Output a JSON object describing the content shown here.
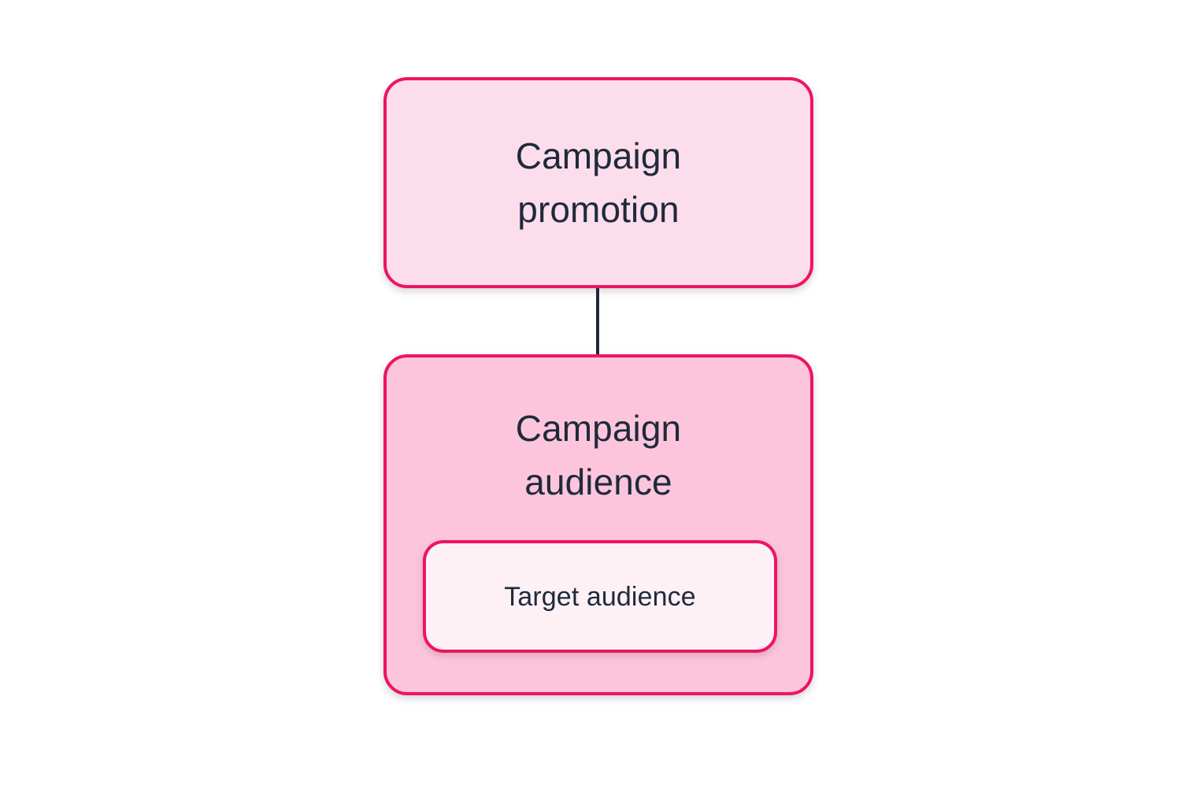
{
  "diagram": {
    "type": "flowchart",
    "background_color": "#ffffff",
    "orientation": "vertical",
    "palette": {
      "border": "#ef1461",
      "node_fill_light": "#fcddec",
      "node_fill_medium": "#fcc5dc",
      "child_fill": "#fdf1f5",
      "text": "#1e2a3a",
      "connector": "#1e2a3a"
    },
    "nodes": [
      {
        "id": "campaign-promotion",
        "label": "Campaign\npromotion",
        "fill": "#fcddec",
        "border": "#ef1461",
        "level": 0
      },
      {
        "id": "campaign-audience",
        "label": "Campaign\naudience",
        "fill": "#fcc5dc",
        "border": "#ef1461",
        "level": 1,
        "children": [
          {
            "id": "target-audience",
            "label": "Target audience",
            "fill": "#fdf1f5",
            "border": "#ef1461"
          }
        ]
      }
    ],
    "edges": [
      {
        "id": "edge-promotion-to-audience",
        "from": "campaign-promotion",
        "to": "campaign-audience",
        "style": "solid",
        "color": "#1e2a3a"
      }
    ]
  }
}
